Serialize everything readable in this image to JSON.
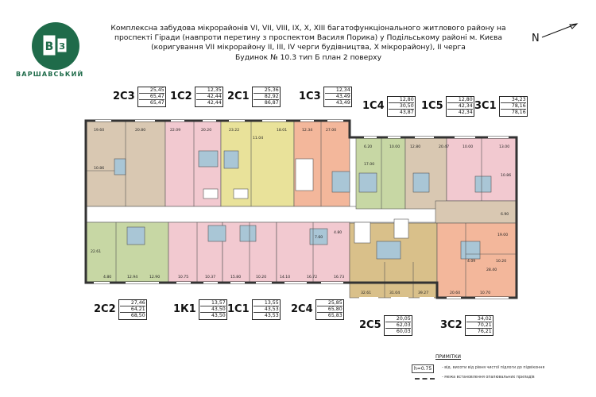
{
  "brand": {
    "logo_letters": "ВЗ",
    "name": "ВАРШАВСЬКИЙ"
  },
  "header": {
    "lines": [
      "Комплексна забудова мікрорайонів VI, VII, VIII, IX, X, XIII багатофункціонального житлового району на",
      "проспекті Гіради (навпроти перетину з проспектом Василя Порика) у Подільському районі м. Києва",
      "(коригування VII мікрорайону II, III, IV черги будівництва, X мікрорайону), II черга",
      "Будинок № 10.3   тип Б   план 2 поверху"
    ]
  },
  "north_label": "N",
  "apartments_top": [
    {
      "code": "2С3",
      "areas": [
        "25,45",
        "65,47",
        "65,47"
      ]
    },
    {
      "code": "1С2",
      "areas": [
        "12,35",
        "42,44",
        "42,44"
      ]
    },
    {
      "code": "2С1",
      "areas": [
        "25,36",
        "82,92",
        "86,87"
      ]
    },
    {
      "code": "1С3",
      "areas": [
        "12,34",
        "43,49",
        "43,49"
      ]
    },
    {
      "code": "1С4",
      "areas": [
        "12,80",
        "30,50",
        "43,87"
      ]
    },
    {
      "code": "1С5",
      "areas": [
        "12,80",
        "42,34",
        "42,34"
      ]
    },
    {
      "code": "3С1",
      "areas": [
        "34,23",
        "78,16",
        "78,16"
      ]
    }
  ],
  "apartments_bottom": [
    {
      "code": "2С2",
      "areas": [
        "27,46",
        "64,21",
        "68,50"
      ]
    },
    {
      "code": "1К1",
      "areas": [
        "13,57",
        "43,50",
        "43,50"
      ]
    },
    {
      "code": "1С1",
      "areas": [
        "13,55",
        "43,53",
        "43,53"
      ]
    },
    {
      "code": "2С4",
      "areas": [
        "25,85",
        "65,80",
        "65,83"
      ]
    },
    {
      "code": "2С5",
      "areas": [
        "20,05",
        "62,03",
        "60,03"
      ]
    },
    {
      "code": "3С2",
      "areas": [
        "34,02",
        "70,21",
        "76,21"
      ]
    }
  ],
  "legend": {
    "title": "ПРИМІТКИ",
    "level_mark": "h=0.75",
    "level_text": "- від. висоти від рівня чистої підлоги до підвіконня",
    "line_text": "- межа встановлення опалювальних приладів"
  },
  "rooms_top": [
    "19.60",
    "20.80",
    "10.86",
    "22.09",
    "20.20",
    "23.22",
    "11.04",
    "18.01",
    "12.34",
    "27.00",
    "6.20",
    "10.00",
    "17.00",
    "12.80",
    "20.47",
    "10.00",
    "13.00",
    "10.86",
    "6.90"
  ],
  "rooms_bottom": [
    "22.61",
    "4.80",
    "12.94",
    "12.90",
    "10.75",
    "10.37",
    "15.80",
    "10.20",
    "14.10",
    "16.72",
    "16.73",
    "7.60",
    "4.80",
    "32.61",
    "31.04",
    "39.27",
    "20.60",
    "10.70",
    "19.00",
    "4.09",
    "10.20",
    "28.40"
  ]
}
